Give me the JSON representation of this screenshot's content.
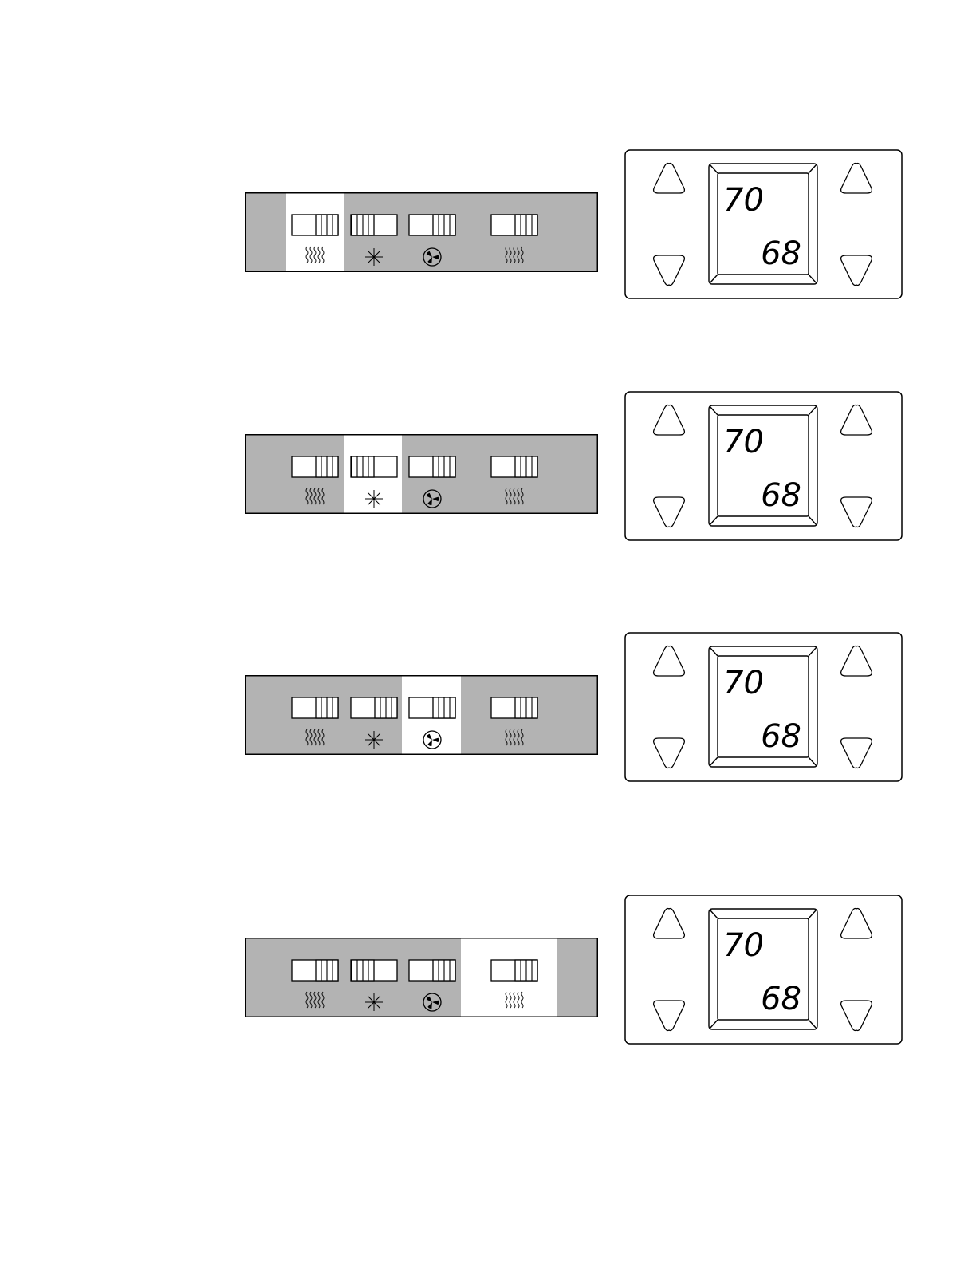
{
  "colors": {
    "panel": "#b3b3b3",
    "highlight": "#ffffff",
    "line": "#000000"
  },
  "switch_labels": [
    "heat-icon",
    "snowflake-icon",
    "fan-icon",
    "heat-icon"
  ],
  "thermostat_buttons": [
    "up-arrow-icon",
    "down-arrow-icon",
    "up-arrow-icon",
    "down-arrow-icon"
  ],
  "rows": [
    {
      "highlighted_switch": 0,
      "switch_positions": [
        "right",
        "left",
        "right",
        "right"
      ],
      "display": {
        "top": "70",
        "bottom": "68"
      }
    },
    {
      "highlighted_switch": 1,
      "switch_positions": [
        "right",
        "left",
        "right",
        "right"
      ],
      "display": {
        "top": "70",
        "bottom": "68"
      }
    },
    {
      "highlighted_switch": 2,
      "switch_positions": [
        "right",
        "right",
        "right",
        "right"
      ],
      "display": {
        "top": "70",
        "bottom": "68"
      }
    },
    {
      "highlighted_switch": 3,
      "switch_positions": [
        "right",
        "left",
        "right",
        "right"
      ],
      "display": {
        "top": "70",
        "bottom": "68"
      }
    }
  ]
}
